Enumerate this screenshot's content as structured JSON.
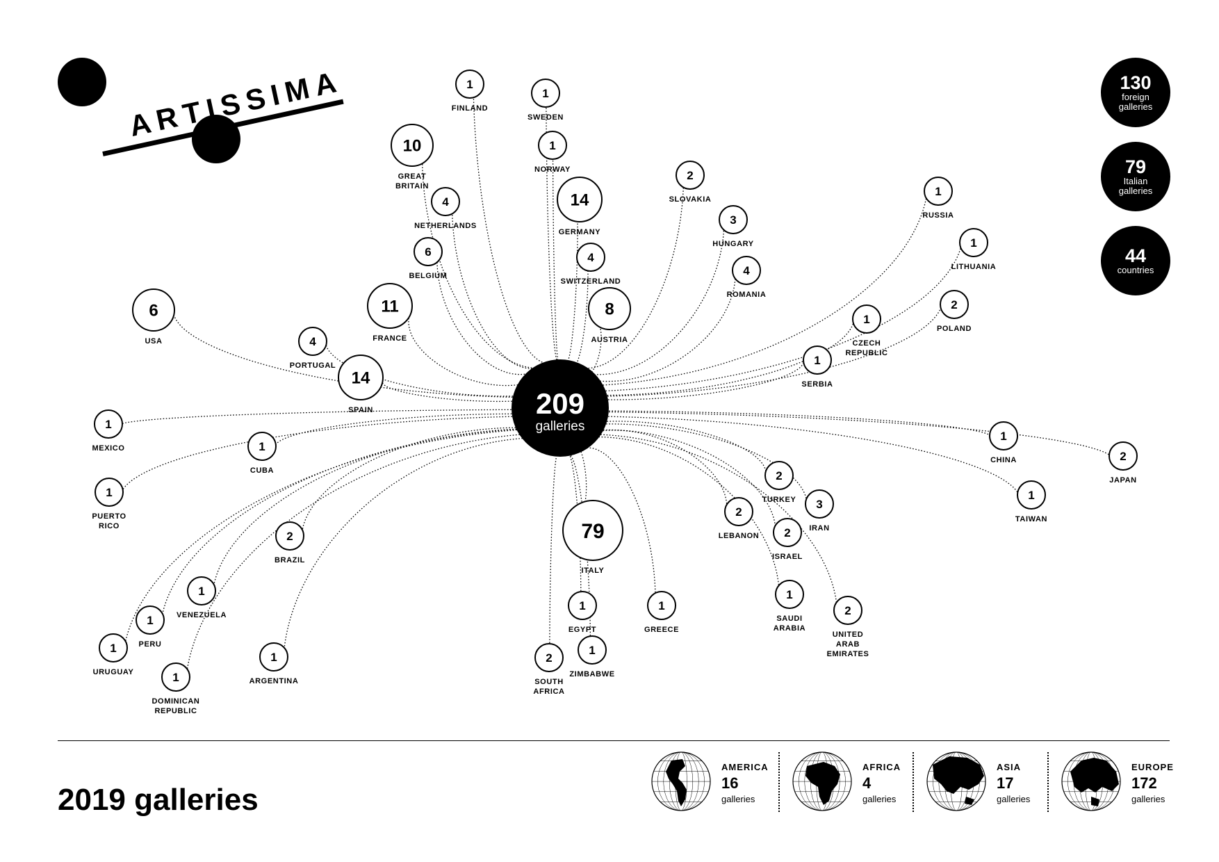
{
  "logo": {
    "text": "ARTISSIMA"
  },
  "page_title": "2019 galleries",
  "stats": [
    {
      "num": "130",
      "label": "foreign galleries"
    },
    {
      "num": "79",
      "label": "Italian galleries"
    },
    {
      "num": "44",
      "label": "countries"
    }
  ],
  "center": {
    "value": "209",
    "label": "galleries"
  },
  "countries": [
    {
      "name": "FINLAND",
      "value": 1
    },
    {
      "name": "SWEDEN",
      "value": 1
    },
    {
      "name": "GREAT BRITAIN",
      "value": 10
    },
    {
      "name": "NORWAY",
      "value": 1
    },
    {
      "name": "NETHERLANDS",
      "value": 4
    },
    {
      "name": "GERMANY",
      "value": 14
    },
    {
      "name": "SLOVAKIA",
      "value": 2
    },
    {
      "name": "HUNGARY",
      "value": 3
    },
    {
      "name": "RUSSIA",
      "value": 1
    },
    {
      "name": "BELGIUM",
      "value": 6
    },
    {
      "name": "SWITZERLAND",
      "value": 4
    },
    {
      "name": "LITHUANIA",
      "value": 1
    },
    {
      "name": "ROMANIA",
      "value": 4
    },
    {
      "name": "USA",
      "value": 6
    },
    {
      "name": "FRANCE",
      "value": 11
    },
    {
      "name": "AUSTRIA",
      "value": 8
    },
    {
      "name": "POLAND",
      "value": 2
    },
    {
      "name": "PORTUGAL",
      "value": 4
    },
    {
      "name": "CZECH REPUBLIC",
      "value": 1
    },
    {
      "name": "SPAIN",
      "value": 14
    },
    {
      "name": "SERBIA",
      "value": 1
    },
    {
      "name": "MEXICO",
      "value": 1
    },
    {
      "name": "CUBA",
      "value": 1
    },
    {
      "name": "CHINA",
      "value": 1
    },
    {
      "name": "JAPAN",
      "value": 2
    },
    {
      "name": "PUERTO RICO",
      "value": 1
    },
    {
      "name": "TURKEY",
      "value": 2
    },
    {
      "name": "TAIWAN",
      "value": 1
    },
    {
      "name": "IRAN",
      "value": 3
    },
    {
      "name": "LEBANON",
      "value": 2
    },
    {
      "name": "ITALY",
      "value": 79
    },
    {
      "name": "BRAZIL",
      "value": 2
    },
    {
      "name": "ISRAEL",
      "value": 2
    },
    {
      "name": "VENEZUELA",
      "value": 1
    },
    {
      "name": "SAUDI ARABIA",
      "value": 1
    },
    {
      "name": "EGYPT",
      "value": 1
    },
    {
      "name": "GREECE",
      "value": 1
    },
    {
      "name": "PERU",
      "value": 1
    },
    {
      "name": "UNITED ARAB EMIRATES",
      "value": 2
    },
    {
      "name": "URUGUAY",
      "value": 1
    },
    {
      "name": "ZIMBABWE",
      "value": 1
    },
    {
      "name": "ARGENTINA",
      "value": 1
    },
    {
      "name": "SOUTH AFRICA",
      "value": 2
    },
    {
      "name": "DOMINICAN REPUBLIC",
      "value": 1
    }
  ],
  "regions": [
    {
      "name": "AMERICA",
      "count": "16",
      "unit": "galleries",
      "icon": "globe-americas-icon"
    },
    {
      "name": "AFRICA",
      "count": "4",
      "unit": "galleries",
      "icon": "globe-africa-icon"
    },
    {
      "name": "ASIA",
      "count": "17",
      "unit": "galleries",
      "icon": "globe-asia-icon"
    },
    {
      "name": "EUROPE",
      "count": "172",
      "unit": "galleries",
      "icon": "globe-europe-icon"
    }
  ]
}
